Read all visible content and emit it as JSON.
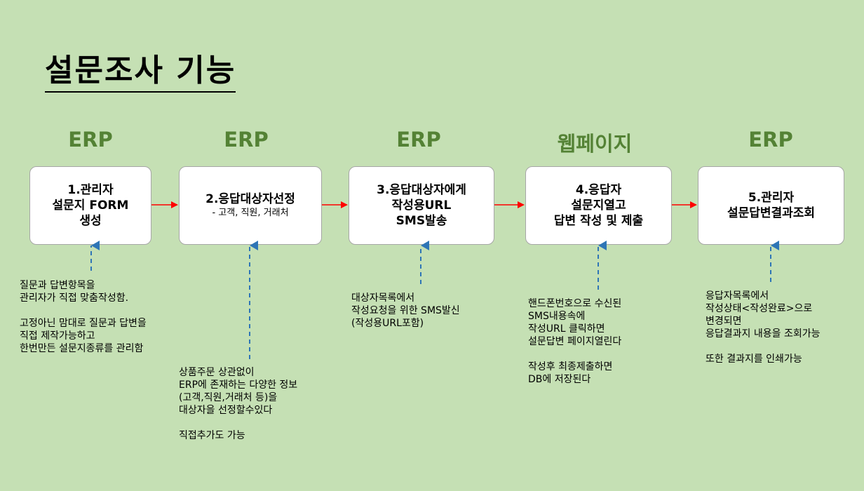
{
  "title": "설문조사 기능",
  "steps": [
    {
      "system": "ERP",
      "title": "1.관리자\n설문지 FORM\n생성",
      "subtitle": "",
      "note": "질문과 답변항목을\n관리자가 직접 맞춤작성함.\n\n고정아닌 맘대로 질문과 답변을\n직접 제작가능하고\n한번만든 설문지종류를 관리함"
    },
    {
      "system": "ERP",
      "title": "2.응답대상자선정",
      "subtitle": "- 고객, 직원, 거래처",
      "note": "상품주문 상관없이\nERP에 존재하는 다양한 정보\n(고객,직원,거래처 등)을\n대상자을 선정할수있다\n\n직접추가도 가능"
    },
    {
      "system": "ERP",
      "title": "3.응답대상자에게\n작성용URL\nSMS발송",
      "subtitle": "",
      "note": "대상자목록에서\n작성요청을 위한 SMS발신\n(작성용URL포함)"
    },
    {
      "system": "웹페이지",
      "title": "4.응답자\n설문지열고\n답변 작성 및 제출",
      "subtitle": "",
      "note": "핸드폰번호으로 수신된\nSMS내용속에\n작성URL 클릭하면\n설문답변 페이지열린다\n\n작성후 최종제출하면\nDB에 저장된다"
    },
    {
      "system": "ERP",
      "title": "5.관리자\n설문답변결과조회",
      "subtitle": "",
      "note": "응답자목록에서\n작성상태<작성완료>으로\n변경되면\n응답결과지 내용을 조회가능\n\n또한 결과지를 인쇄가능"
    }
  ],
  "colors": {
    "background": "#c5e0b4",
    "system_label": "#548235",
    "flow_arrow": "#ff0000",
    "callout_arrow": "#2e75b6",
    "box_border": "#a6a6a6"
  }
}
